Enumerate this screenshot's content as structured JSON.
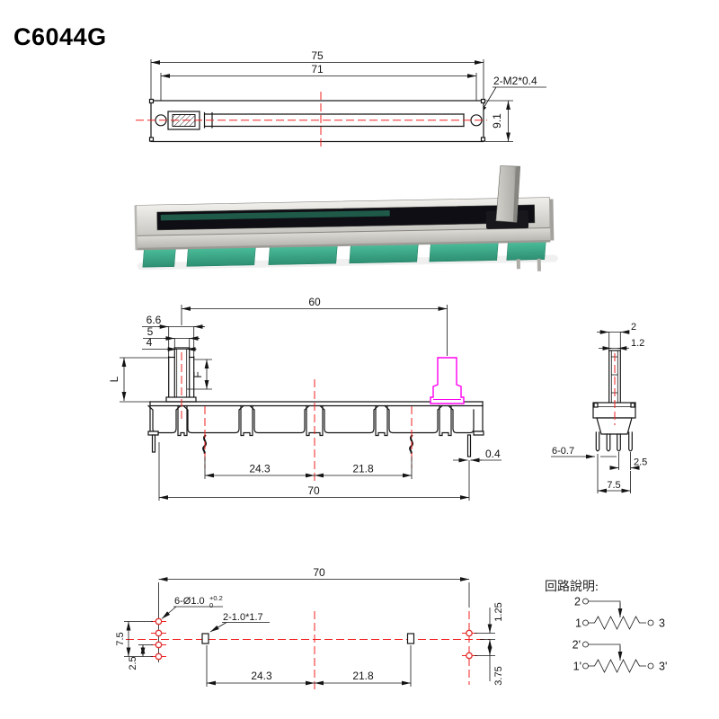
{
  "title": {
    "text": "C6044G"
  },
  "views": {
    "top": {
      "dims": {
        "width_75": "75",
        "width_71": "71",
        "thread_label": "2-M2*0.4",
        "height_9_1": "9.1"
      }
    },
    "front": {
      "dims": {
        "travel_60": "60",
        "shaft_6_6": "6.6",
        "shaft_5": "5",
        "shaft_4": "4",
        "lever_L": "L",
        "lever_F": "F",
        "pitch_24_3": "24.3",
        "pitch_21_8": "21.8",
        "body_70": "70",
        "pin_0_4": "0.4"
      }
    },
    "side": {
      "dims": {
        "shaft_2": "2",
        "shaft_1_2": "1.2",
        "pins_label": "6-0.7",
        "pitch_2_5": "2.5",
        "span_7_5": "7.5"
      }
    },
    "bottom": {
      "dims": {
        "body_70": "70",
        "holes_label": "6-Ø1.0",
        "holes_tol_plus": "+0.2",
        "holes_tol_zero": "0",
        "slots_label": "2-1.0*1.7",
        "span_7_5": "7.5",
        "pitch_2_5": "2.5",
        "pitch_24_3": "24.3",
        "pitch_21_8": "21.8",
        "offset_1_25": "1.25",
        "offset_3_75": "3.75"
      }
    },
    "circuit": {
      "heading": "回路說明:",
      "upper": {
        "t2": "2",
        "t1": "1",
        "t3": "3"
      },
      "lower": {
        "t2": "2'",
        "t1": "1'",
        "t3": "3'"
      }
    }
  },
  "colors": {
    "line": "#141414",
    "centerline": "#f22020",
    "knob": "#ff00f0",
    "pcb_green": "#3aa988",
    "metal": "#d6d5d0"
  }
}
